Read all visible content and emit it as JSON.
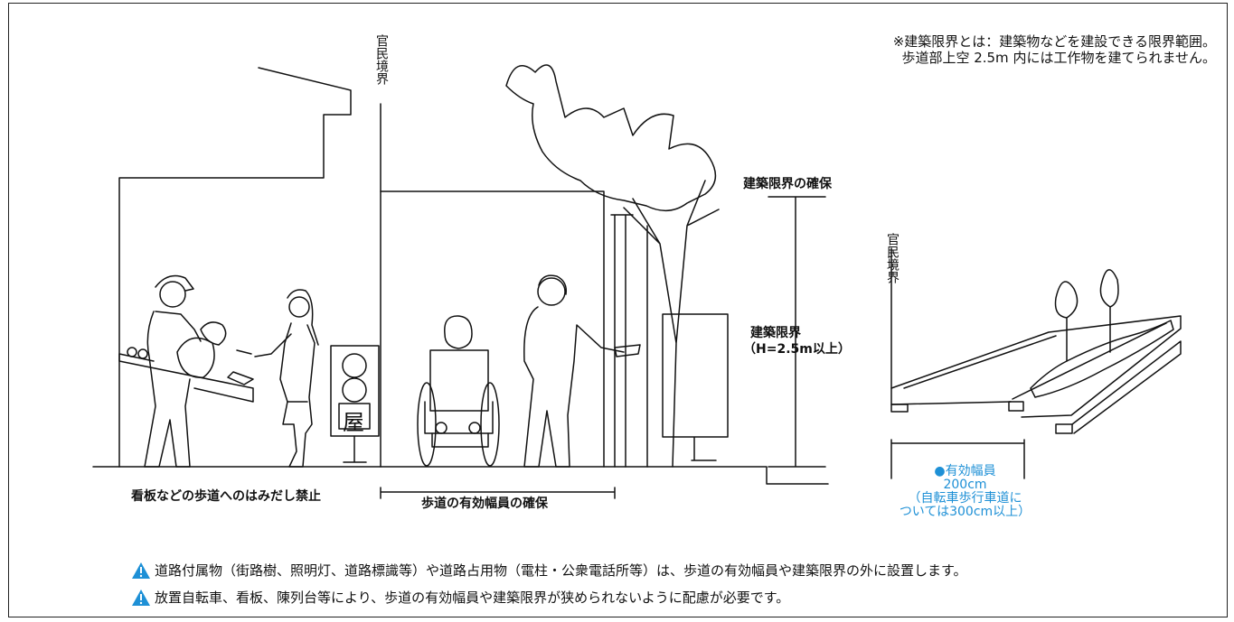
{
  "note": {
    "line1": "※建築限界とは：建築物などを建設できる限界範囲。",
    "line2": "歩道部上空 2.5m 内には工作物を建てられません。"
  },
  "boundary_label": "官民境界",
  "shop_sign_char": "屋",
  "labels": {
    "no_signs": "看板などの歩道へのはみだし禁止",
    "effective_width": "歩道の有効幅員の確保",
    "clearance_secured": "建築限界の確保",
    "clearance": "建築限界",
    "clearance_height": "（H=2.5m以上）"
  },
  "width_spec": {
    "bullet": "●",
    "title": "有効幅員",
    "value": "200cm",
    "note_line1": "（自転車歩行車道に",
    "note_line2": "ついては300cm以上）"
  },
  "warnings": [
    "道路付属物（街路樹、照明灯、道路標識等）や道路占用物（電柱・公衆電話所等）は、歩道の有効幅員や建築限界の外に設置します。",
    "放置自転車、看板、陳列台等により、歩道の有効幅員や建築限界が狭められないように配慮が必要です。"
  ],
  "colors": {
    "accent": "#1e90d6",
    "line": "#111111"
  }
}
